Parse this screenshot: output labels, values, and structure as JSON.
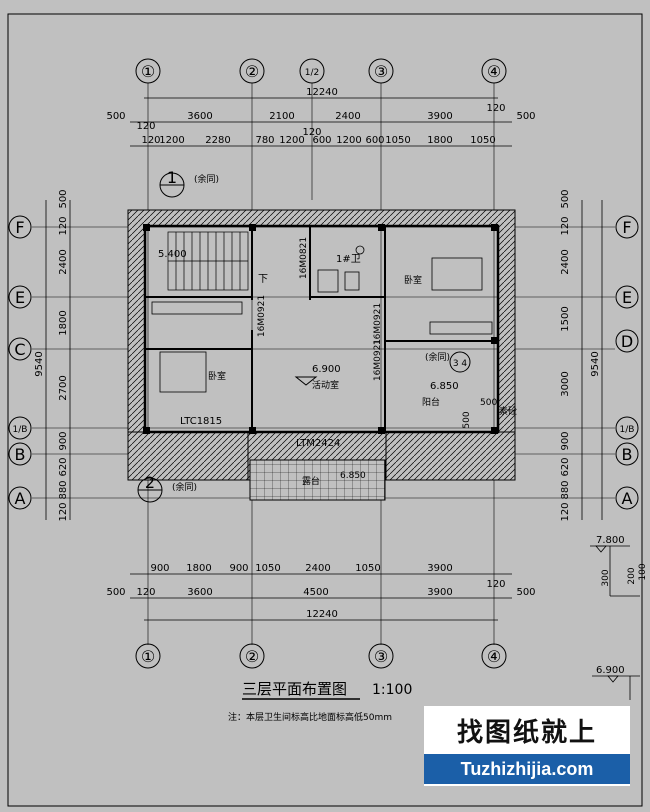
{
  "drawing": {
    "title": "三层平面布置图",
    "scale": "1:100",
    "note": "注：本层卫生间标高比地面标高低50mm"
  },
  "axes": {
    "top": [
      "①",
      "②",
      "1/2",
      "③",
      "④"
    ],
    "bottom": [
      "①",
      "②",
      "③",
      "④"
    ],
    "left": [
      "F",
      "E",
      "C",
      "1/B",
      "B",
      "A"
    ],
    "right": [
      "F",
      "E",
      "D",
      "1/B",
      "B",
      "A"
    ]
  },
  "dims": {
    "top_total": "12240",
    "top_row1": [
      "500",
      "120",
      "3600",
      "2100",
      "2400",
      "3900",
      "120",
      "500"
    ],
    "top_row2": [
      "120",
      "1200",
      "2280",
      "780",
      "1200",
      "600",
      "1200",
      "600",
      "1050",
      "1800",
      "1050",
      "120"
    ],
    "bottom_row1": [
      "900",
      "1800",
      "900",
      "1050",
      "2400",
      "1050",
      "3900"
    ],
    "bottom_row2": [
      "500",
      "120",
      "3600",
      "4500",
      "3900",
      "120",
      "500"
    ],
    "bottom_total": "12240",
    "left_outer": [
      "500",
      "2400",
      "1800",
      "2700",
      "900",
      "620",
      "880",
      "120"
    ],
    "left_total": "9540",
    "left_inner": "120",
    "right_outer": [
      "500",
      "120",
      "2400",
      "1500",
      "3000",
      "900",
      "620",
      "880",
      "120"
    ],
    "right_total": "9540"
  },
  "labels": {
    "stair_elev": "5.400",
    "down": "下",
    "bath": "1#卫",
    "bedroom": "卧室",
    "bedroom2": "卧室",
    "activity": "活动室",
    "activity_elev": "6.900",
    "balcony": "阳台",
    "balcony_elev": "6.850",
    "terrace": "露台",
    "terrace_elev": "6.850",
    "window1": "LTC1815",
    "door1": "LTM2424",
    "door_bath": "16M0821",
    "door_bed1": "16M0921",
    "door_act": "16M0921",
    "door_bed2": "16M0921",
    "balcony_500": "500",
    "balcony_500b": "500",
    "sink": "素砼",
    "detail1_num": "1",
    "detail1_ref": "(余同)",
    "detail2_num": "2",
    "detail2_ref": "(余同)",
    "detail34_ref": "(余同)",
    "detail34": "3 4",
    "section1_top": "7.800",
    "section1_300": "300",
    "section1_200": "200",
    "section1_100": "100",
    "section2_top": "6.900"
  },
  "watermark": {
    "cn": "找图纸就上",
    "url": "Tuzhizhijia.com"
  }
}
